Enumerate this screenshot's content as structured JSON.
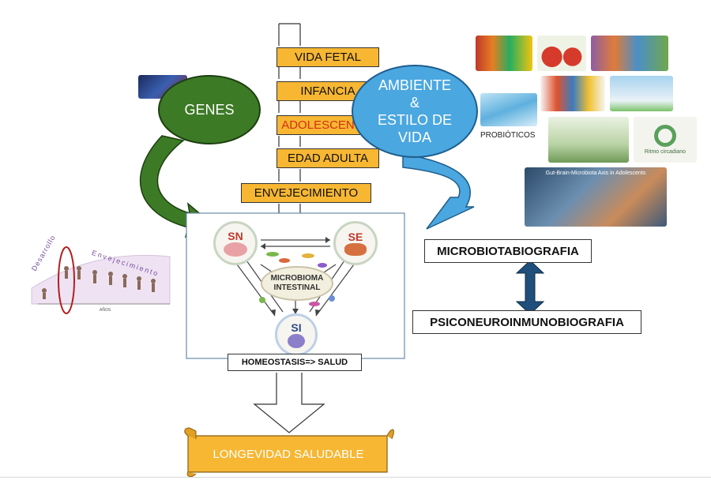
{
  "stages": [
    "VIDA FETAL",
    "INFANCIA",
    "ADOLESCENCIA",
    "EDAD ADULTA",
    "ENVEJECIMIENTO"
  ],
  "genes_label": "GENES",
  "ambiente_lines": [
    "AMBIENTE",
    "&",
    "ESTILO DE",
    "VIDA"
  ],
  "probioticos_label": "PROBIÓTICOS",
  "ritmo_label": "Ritmo circadiano",
  "gut_brain_title": "Gut-Brain-Microbiota Axis in Adolescents",
  "center": {
    "sn": "SN",
    "se": "SE",
    "si": "SI",
    "microbioma": [
      "MICROBIOMA",
      "INTESTINAL"
    ],
    "homeostasis": "HOMEOSTASIS=> SALUD"
  },
  "right_boxes": {
    "microbiotabiografia": "MICROBIOTABIOGRAFIA",
    "psiconeuro": "PSICONEUROINMUNOBIOGRAFIA"
  },
  "lifespan": {
    "desarrollo": "Desarrollo",
    "envejecimiento": "Envejecimiento",
    "axis_label": "AÑOS"
  },
  "bottom_label": "LONGEVIDAD SALUDABLE",
  "colors": {
    "stage_fill": "#f7b733",
    "genes_fill": "#3d7a26",
    "ambiente_fill": "#4aa7e0",
    "adolescence_text": "#d62f12"
  }
}
